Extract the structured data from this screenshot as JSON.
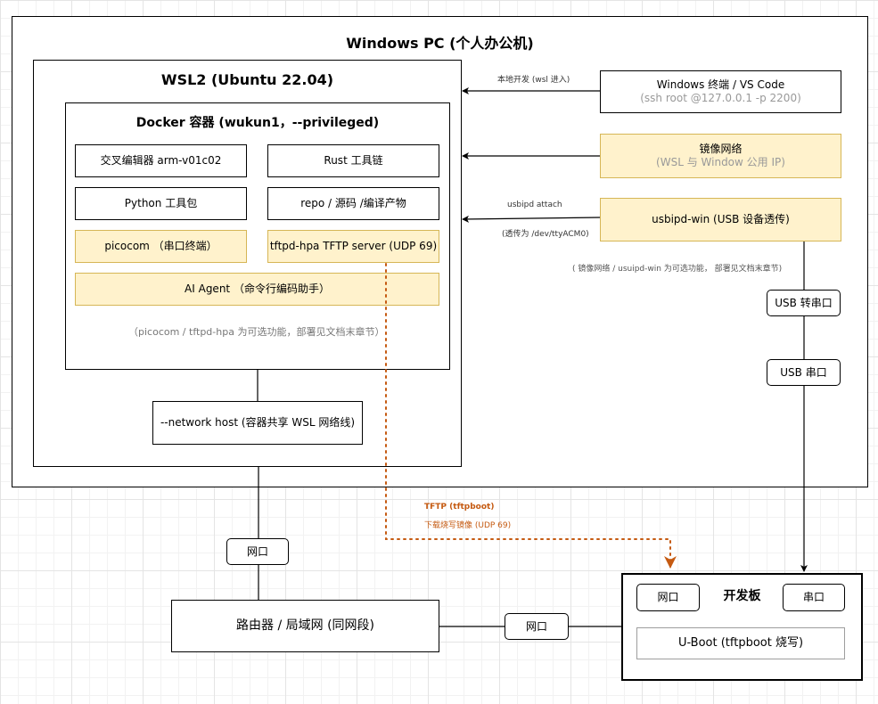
{
  "windows_pc": {
    "title": "Windows PC (个人办公机)"
  },
  "wsl2": {
    "title": "WSL2 (Ubuntu 22.04)"
  },
  "docker": {
    "title": "Docker 容器 (wukun1，--privileged)",
    "cross_compiler": "交叉编辑器 arm-v01c02",
    "rust_toolchain": "Rust 工具链",
    "python_tools": "Python 工具包",
    "repo_source": "repo / 源码 /编译产物",
    "picocom": "picocom （串口终端）",
    "tftpd": "tftpd-hpa TFTP server (UDP 69)",
    "ai_agent": "AI Agent （命令行编码助手）",
    "note": "（picocom / tftpd-hpa 为可选功能，部署见文档末章节）"
  },
  "network_host": "--network host (容器共享 WSL 网络线)",
  "windows_terminal": {
    "line1": "Windows 终端 / VS Code",
    "line2": "(ssh root @127.0.0.1 -p 2200)"
  },
  "mirror_network": {
    "line1": "镜像网络",
    "line2": "(WSL 与 Window 公用 IP)"
  },
  "usbipd": {
    "label": "usbipd-win (USB 设备透传)"
  },
  "labels": {
    "local_dev": "本地开发 (wsl 进入)",
    "usbipd_attach": "usbipd attach",
    "passthrough": "(透传为 /dev/ttyACM0)",
    "optional_note": "( 镜像网络 / usuipd-win 为可选功能， 部署见文档末章节)",
    "tftp_title": "TFTP (tftpboot)",
    "tftp_sub": "下载烧写镜像 (UDP 69)"
  },
  "usb_to_serial": "USB 转串口",
  "usb_serial": "USB 串口",
  "net_port_left": "网口",
  "router": "路由器 / 局域网 (同网段)",
  "net_port_mid": "网口",
  "dev_board": {
    "title": "开发板",
    "net_port": "网口",
    "serial_port": "串口",
    "uboot": "U-Boot (tftpboot 烧写)"
  }
}
